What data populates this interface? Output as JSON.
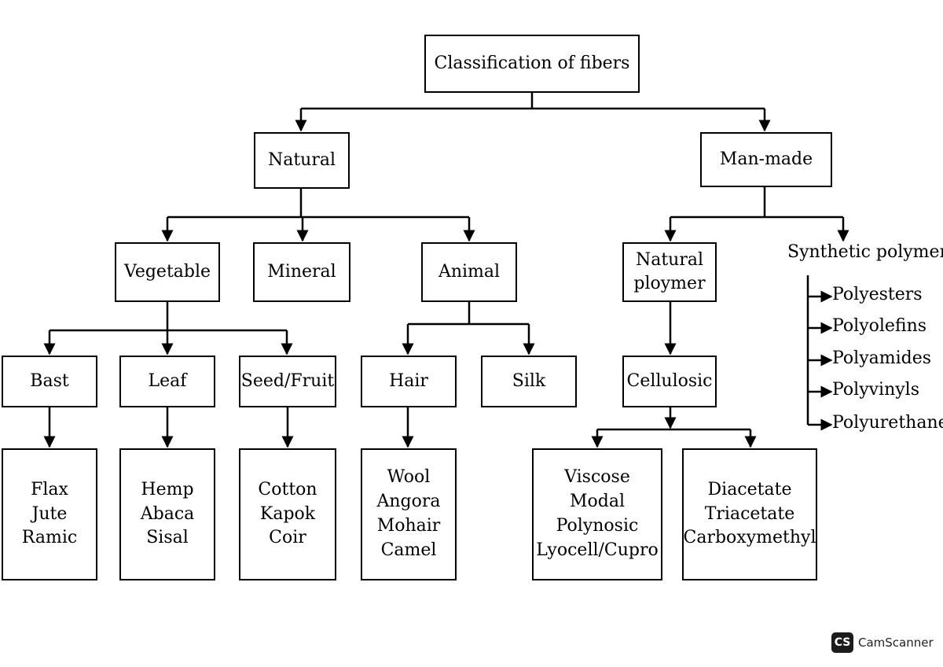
{
  "nodes": {
    "root": "Classification of fibers",
    "natural": "Natural",
    "manmade": "Man-made",
    "vegetable": "Vegetable",
    "mineral": "Mineral",
    "animal": "Animal",
    "natural_polymer": [
      "Natural",
      "ploymer"
    ],
    "synthetic_polymer": "Synthetic polymer",
    "bast": "Bast",
    "leaf": "Leaf",
    "seed_fruit": "Seed/Fruit",
    "hair": "Hair",
    "silk": "Silk",
    "cellulosic": "Cellulosic"
  },
  "leaves": {
    "bast": [
      "Flax",
      "Jute",
      "Ramic"
    ],
    "leaf": [
      "Hemp",
      "Abaca",
      "Sisal"
    ],
    "seed_fruit": [
      "Cotton",
      "Kapok",
      "Coir"
    ],
    "hair": [
      "Wool",
      "Angora",
      "Mohair",
      "Camel"
    ],
    "regenerated": [
      "Viscose",
      "Modal",
      "Polynosic",
      "Lyocell/Cupro"
    ],
    "acetates": [
      "Diacetate",
      "Triacetate",
      "Carboxymethyl"
    ]
  },
  "synthetics": [
    "Polyesters",
    "Polyolefins",
    "Polyamides",
    "Polyvinyls",
    "Polyurethanes"
  ],
  "watermark": {
    "logo": "CS",
    "text": "CamScanner"
  }
}
